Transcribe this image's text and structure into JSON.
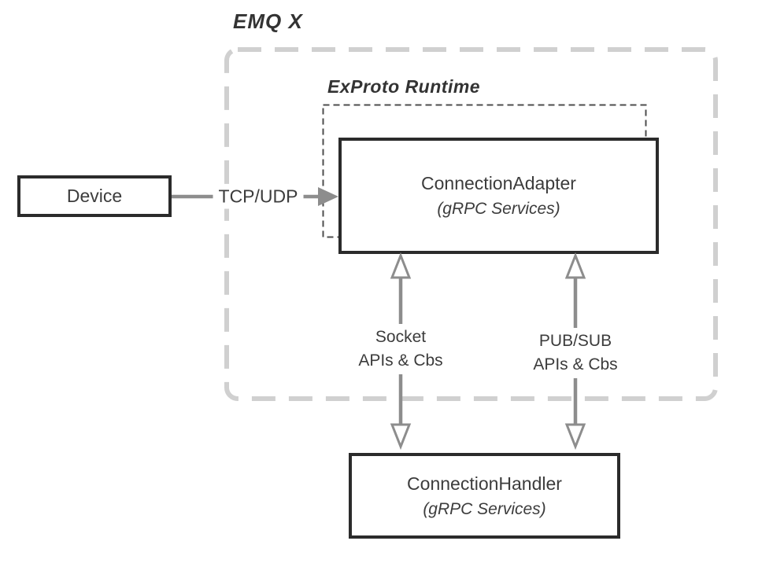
{
  "diagram": {
    "title": "EMQ X",
    "runtime_label": "ExProto Runtime",
    "nodes": {
      "device": {
        "label": "Device"
      },
      "connection_adapter": {
        "label": "ConnectionAdapter",
        "sublabel": "(gRPC Services)"
      },
      "connection_handler": {
        "label": "ConnectionHandler",
        "sublabel": "(gRPC Services)"
      }
    },
    "edges": {
      "tcp_udp": {
        "label": "TCP/UDP",
        "direction": "device-to-adapter"
      },
      "socket": {
        "line1": "Socket",
        "line2": "APIs & Cbs",
        "direction": "bidirectional"
      },
      "pubsub": {
        "line1": "PUB/SUB",
        "line2": "APIs & Cbs",
        "direction": "bidirectional"
      }
    },
    "colors": {
      "box_border": "#2b2b2b",
      "outer_dash": "#d0d0d0",
      "inner_dash": "#4d4d4d",
      "arrow": "#8d8d8d",
      "text": "#3c3c3c"
    }
  }
}
